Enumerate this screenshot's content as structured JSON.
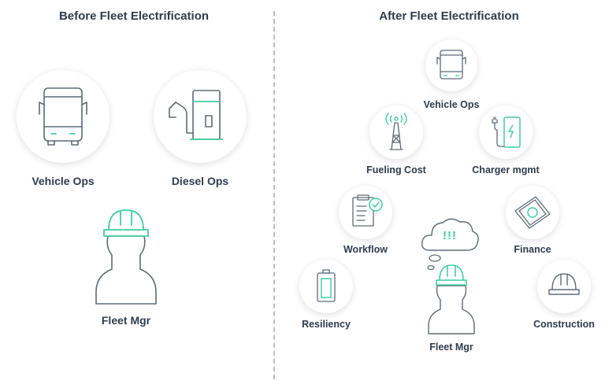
{
  "before": {
    "title": "Before Fleet Electrification",
    "vehicle_ops": "Vehicle Ops",
    "diesel_ops": "Diesel Ops",
    "fleet_mgr": "Fleet Mgr"
  },
  "after": {
    "title": "After Fleet Electrification",
    "vehicle_ops": "Vehicle Ops",
    "fueling_cost": "Fueling Cost",
    "charger_mgmt": "Charger mgmt",
    "workflow": "Workflow",
    "finance": "Finance",
    "resiliency": "Resiliency",
    "construction": "Construction",
    "fleet_mgr": "Fleet Mgr",
    "thought_text": "!!!"
  },
  "colors": {
    "accent": "#3ecf9f",
    "line": "#5f6b78",
    "text": "#2f3d4d"
  }
}
